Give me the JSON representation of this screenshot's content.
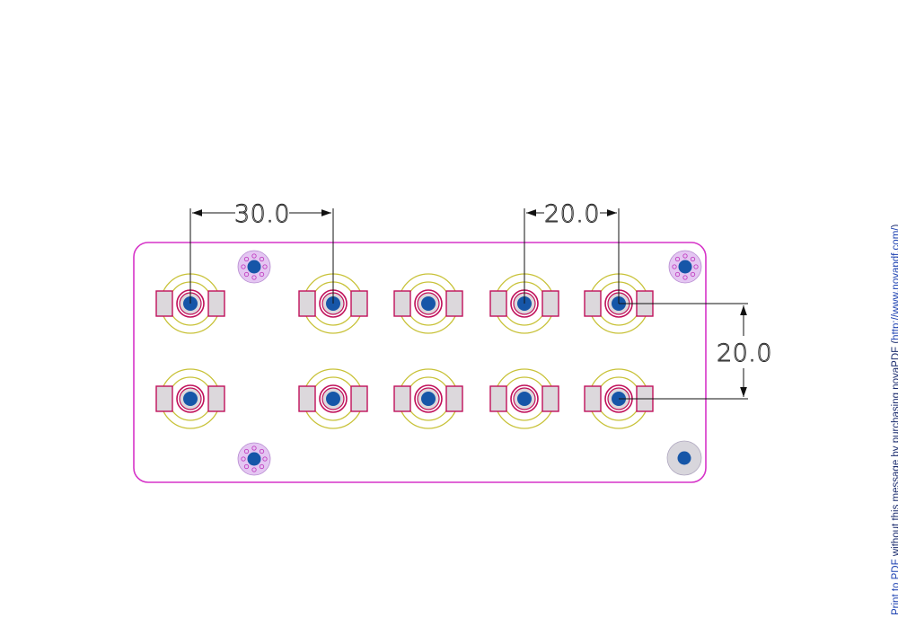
{
  "drawing": {
    "board_outline": "pcb-board-outline",
    "dimensions": {
      "horizontal_left": "30.0",
      "horizontal_right": "20.0",
      "vertical_right": "20.0"
    },
    "colors": {
      "board_outline": "#d633c8",
      "pad_outline": "#c0105a",
      "pad_fill": "#dcd8dc",
      "ring_yellow": "#c8c238",
      "ring_magenta": "#c0105a",
      "center_drill": "#1656a8",
      "mount_fill": "#e4c6f2",
      "mount_vias": "#c040c0",
      "dimension_lines": "#111111"
    }
  },
  "watermark": {
    "link1": "Print to PDF",
    "text1": " without this message by purchasing novaPDF (",
    "link2": "http://www.novapdf.com/",
    "text2": ")"
  }
}
